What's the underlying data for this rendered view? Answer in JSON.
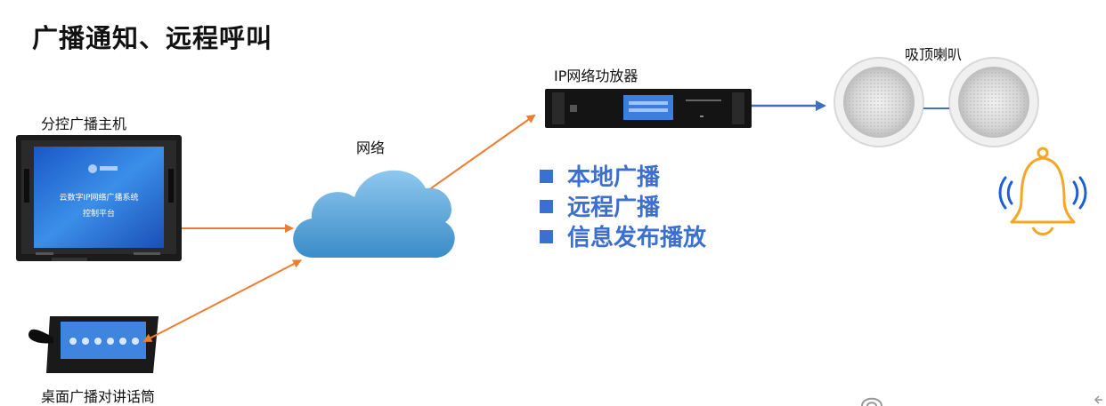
{
  "title": "广播通知、远程呼叫",
  "devices": {
    "host": {
      "label": "分控广播主机",
      "screen_line1": "云数字IP网络广播系统",
      "screen_line2": "控制平台"
    },
    "network": {
      "label": "网络"
    },
    "amplifier": {
      "label": "IP网络功放器"
    },
    "speakers": {
      "label": "吸顶喇叭"
    },
    "mic": {
      "label": "桌面广播对讲话筒"
    }
  },
  "features": [
    "本地广播",
    "远程广播",
    "信息发布播放"
  ],
  "colors": {
    "arrow_orange": "#ee7d31",
    "arrow_blue": "#3f6fbf",
    "bullet_blue": "#3b6fd0",
    "bell": "#f5a623",
    "waves": "#1e5fd6"
  },
  "icons": [
    "bell-icon",
    "sound-waves-icon",
    "cloud-icon"
  ]
}
